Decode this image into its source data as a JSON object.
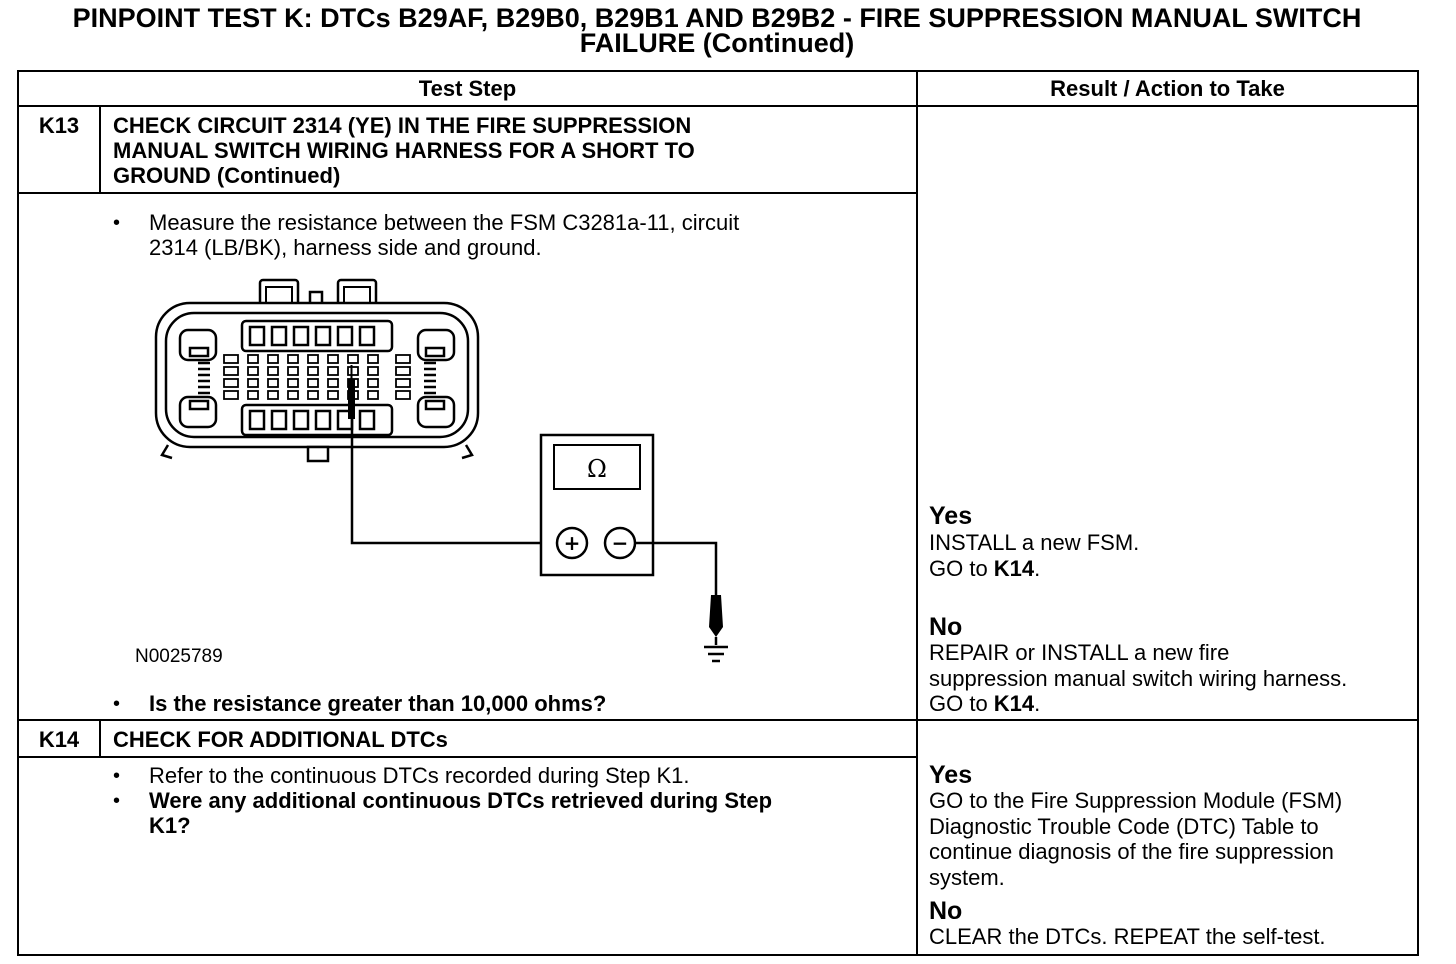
{
  "title": {
    "line1": "PINPOINT TEST  K: DTCs B29AF, B29B0, B29B1 AND B29B2 - FIRE SUPPRESSION MANUAL SWITCH",
    "line2": "FAILURE (Continued)"
  },
  "table": {
    "header_test_step": "Test Step",
    "header_result": "Result / Action to Take"
  },
  "k13": {
    "step": "K13",
    "title_l1": "CHECK CIRCUIT 2314 (YE) IN THE FIRE SUPPRESSION",
    "title_l2": "MANUAL SWITCH WIRING HARNESS FOR A SHORT TO",
    "title_l3": "GROUND (Continued)",
    "bullet": "•",
    "instr_l1": "Measure the resistance between the FSM C3281a-11, circuit",
    "instr_l2": "2314 (LB/BK), harness side and ground.",
    "meter_symbol": "Ω",
    "plus": "+",
    "minus": "−",
    "figure_id": "N0025789",
    "question": "Is the resistance greater than 10,000 ohms?",
    "yes_label": "Yes",
    "yes_l1": "INSTALL a new FSM.",
    "yes_l2_prefix": "GO to ",
    "yes_l2_ref": "K14",
    "yes_l2_suffix": ".",
    "no_label": "No",
    "no_l1": "REPAIR or INSTALL a new fire",
    "no_l2": "suppression manual switch wiring harness.",
    "no_l3_prefix": "GO to ",
    "no_l3_ref": "K14",
    "no_l3_suffix": "."
  },
  "k14": {
    "step": "K14",
    "title": "CHECK FOR ADDITIONAL DTCs",
    "bullet1": "Refer to the continuous DTCs recorded during Step K1.",
    "bullet2_l1": "Were any additional continuous DTCs retrieved during Step",
    "bullet2_l2": "K1?",
    "yes_label": "Yes",
    "yes_l1": "GO to the Fire Suppression Module (FSM)",
    "yes_l2": "Diagnostic Trouble Code (DTC) Table to",
    "yes_l3": "continue diagnosis of the fire suppression",
    "yes_l4": "system.",
    "no_label": "No",
    "no_l1": "CLEAR the DTCs. REPEAT the self-test."
  }
}
